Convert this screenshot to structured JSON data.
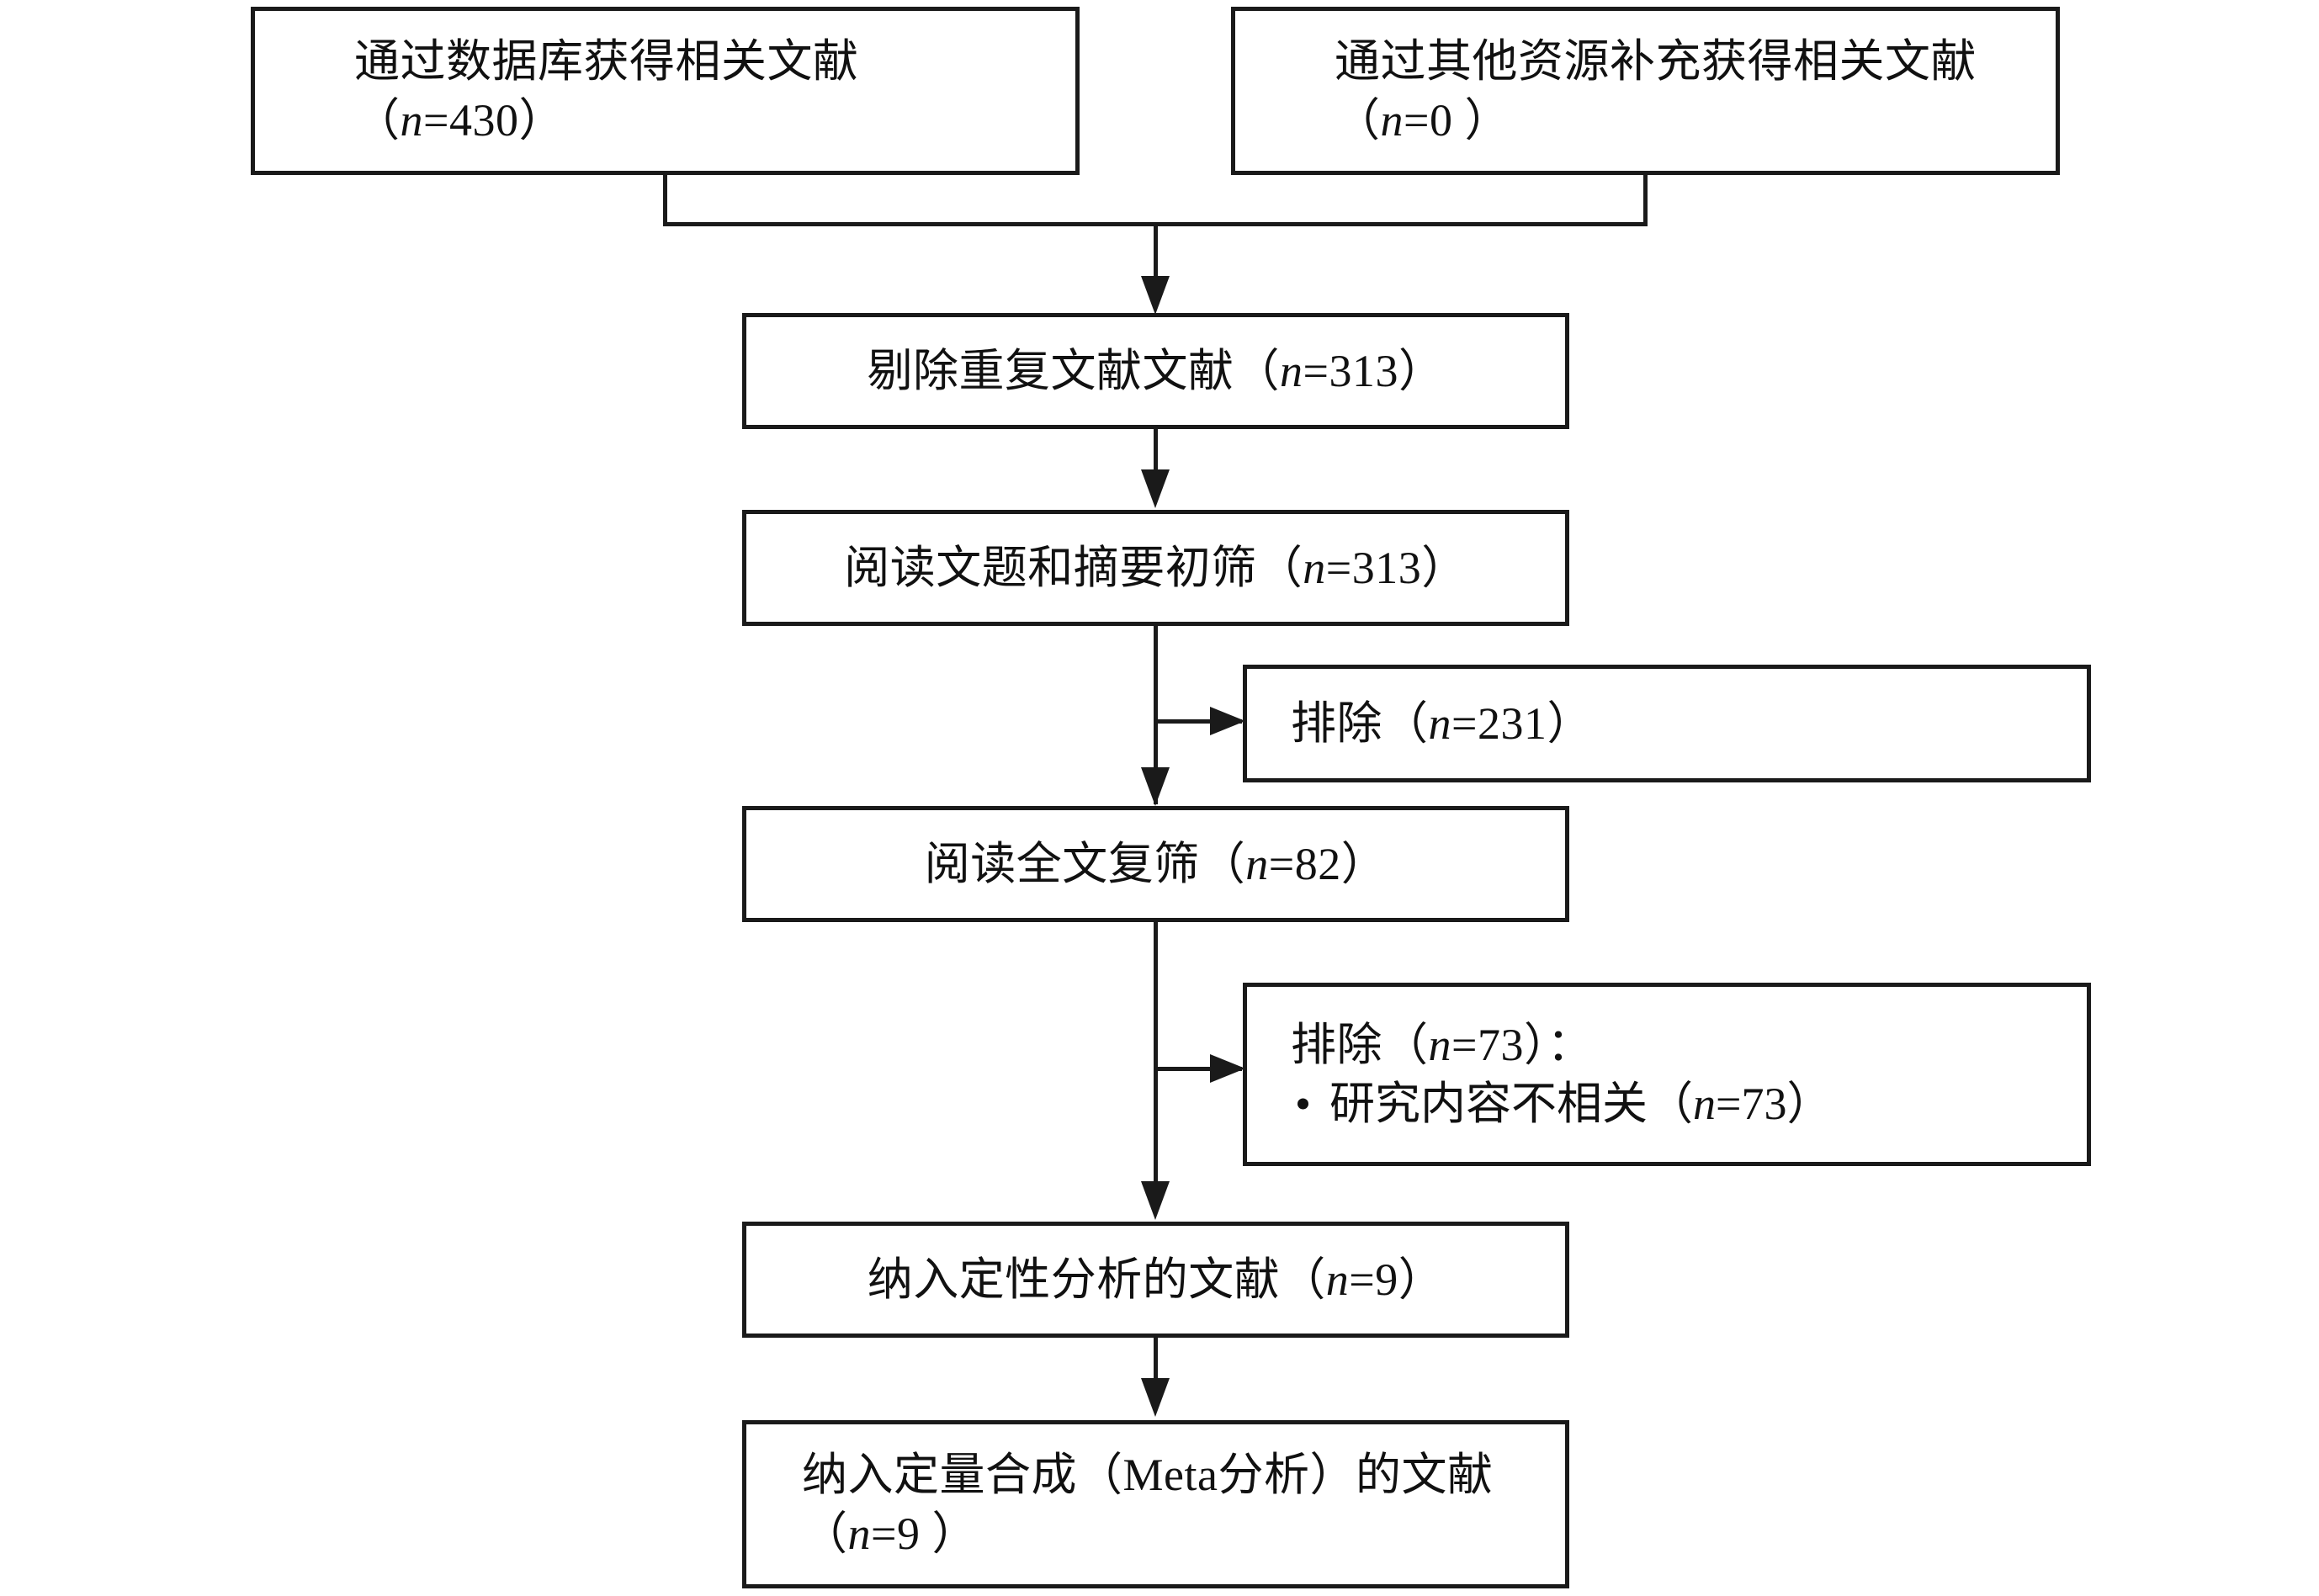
{
  "diagram": {
    "type": "prisma-flow-diagram",
    "title": "",
    "language": "zh-CN",
    "colors": {
      "stroke": "#1a1a1a",
      "background": "#ffffff",
      "text": "#111111"
    },
    "nodes": [
      {
        "id": "db-records",
        "column": "left",
        "lines": [
          "通过数据库获得相关文献",
          "（n=430）"
        ],
        "label_plain": "通过数据库获得相关文献（n=430）",
        "count_label": "n=430",
        "count": 430
      },
      {
        "id": "other-records",
        "column": "right",
        "lines": [
          "通过其他资源补充获得相关文献",
          "（n=0）"
        ],
        "label_plain": "通过其他资源补充获得相关文献（n=0）",
        "count_label": "n=0",
        "count": 0
      },
      {
        "id": "duplicates-removed",
        "column": "center",
        "lines": [
          "剔除重复文献文献（n=313）"
        ],
        "label_plain": "剔除重复文献文献（n=313）",
        "count_label": "n=313",
        "count": 313
      },
      {
        "id": "title-abstract-screening",
        "column": "center",
        "lines": [
          "阅读文题和摘要初筛（n=313）"
        ],
        "label_plain": "阅读文题和摘要初筛（n=313）",
        "count_label": "n=313",
        "count": 313
      },
      {
        "id": "excluded-screening",
        "column": "right",
        "lines": [
          "排除（n=231）"
        ],
        "label_plain": "排除（n=231）",
        "count_label": "n=231",
        "count": 231
      },
      {
        "id": "fulltext-screening",
        "column": "center",
        "lines": [
          "阅读全文复筛（n=82）"
        ],
        "label_plain": "阅读全文复筛（n=82）",
        "count_label": "n=82",
        "count": 82
      },
      {
        "id": "excluded-fulltext",
        "column": "right",
        "lines": [
          "排除（n=73）："
        ],
        "label_plain": "排除（n=73）：",
        "count_label": "n=73",
        "count": 73,
        "bullets": [
          {
            "text": "研究内容不相关（n=73）",
            "count_label": "n=73",
            "count": 73
          }
        ]
      },
      {
        "id": "qualitative-included",
        "column": "center",
        "lines": [
          "纳入定性分析的文献（n=9）"
        ],
        "label_plain": "纳入定性分析的文献（n=9）",
        "count_label": "n=9",
        "count": 9
      },
      {
        "id": "quantitative-included",
        "column": "center",
        "lines": [
          "纳入定量合成（Meta分析）的文献",
          "（n=9）"
        ],
        "label_plain": "纳入定量合成（Meta分析）的文献（n=9）",
        "count_label": "n=9",
        "count": 9
      }
    ],
    "text": {
      "db_records_l1": "通过数据库获得相关文献",
      "db_records_l2_pre": "（",
      "db_records_l2_n": "n",
      "db_records_l2_post": "=430）",
      "other_records_l1": "通过其他资源补充获得相关文献",
      "other_records_l2_pre": "（",
      "other_records_l2_n": "n",
      "other_records_l2_post": "=0 ）",
      "duplicates_pre": "剔除重复文献文献（",
      "duplicates_n": "n",
      "duplicates_post": "=313）",
      "screening_pre": "阅读文题和摘要初筛（",
      "screening_n": "n",
      "screening_post": "=313）",
      "excluded1_pre": "排除（",
      "excluded1_n": "n",
      "excluded1_post": "=231）",
      "fulltext_pre": "阅读全文复筛（",
      "fulltext_n": "n",
      "fulltext_post": "=82）",
      "excluded2_pre": "排除（",
      "excluded2_n": "n",
      "excluded2_post": "=73）：",
      "excluded2_bullet_pre": "研究内容不相关（",
      "excluded2_bullet_n": "n",
      "excluded2_bullet_post": "=73）",
      "qualitative_pre": "纳入定性分析的文献（",
      "qualitative_n": "n",
      "qualitative_post": "=9）",
      "quantitative_l1": "纳入定量合成（Meta分析）的文献",
      "quantitative_l2_pre": "（",
      "quantitative_l2_n": "n",
      "quantitative_l2_post": "=9 ）"
    },
    "edges": [
      {
        "id": "edge-db-to-merge",
        "from": "db-records",
        "to": "duplicates-removed",
        "style": "elbow-merge"
      },
      {
        "id": "edge-other-to-merge",
        "from": "other-records",
        "to": "duplicates-removed",
        "style": "elbow-merge"
      },
      {
        "id": "edge-dup-to-screening",
        "from": "duplicates-removed",
        "to": "title-abstract-screening",
        "style": "arrow-down"
      },
      {
        "id": "edge-screening-to-excluded1",
        "from": "title-abstract-screening",
        "to": "excluded-screening",
        "style": "arrow-right"
      },
      {
        "id": "edge-screening-to-fulltext",
        "from": "title-abstract-screening",
        "to": "fulltext-screening",
        "style": "arrow-down"
      },
      {
        "id": "edge-fulltext-to-excluded2",
        "from": "fulltext-screening",
        "to": "excluded-fulltext",
        "style": "arrow-right"
      },
      {
        "id": "edge-fulltext-to-qualitative",
        "from": "fulltext-screening",
        "to": "qualitative-included",
        "style": "arrow-down"
      },
      {
        "id": "edge-qualitative-to-quantitative",
        "from": "qualitative-included",
        "to": "quantitative-included",
        "style": "arrow-down"
      }
    ]
  }
}
